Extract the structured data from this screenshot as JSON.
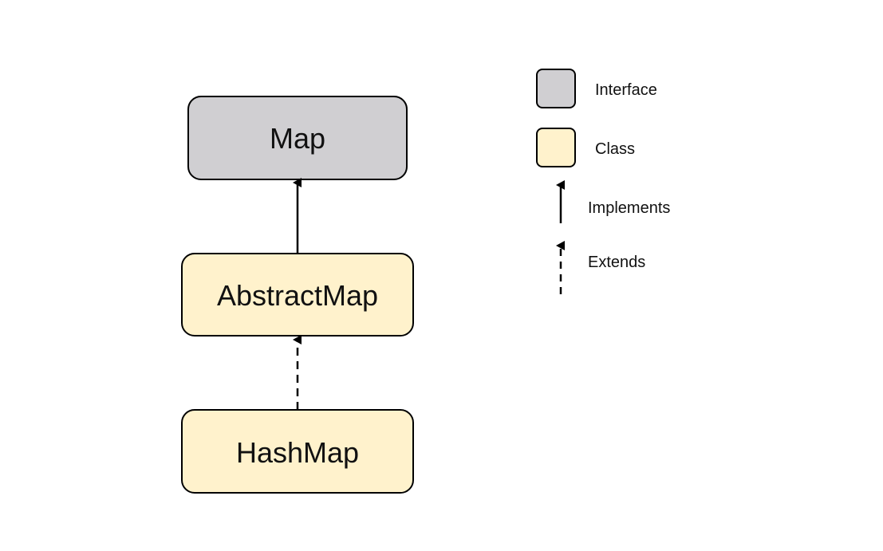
{
  "colors": {
    "interface": "#d0cfd2",
    "class": "#fff2cc",
    "stroke": "#000000"
  },
  "nodes": {
    "map": {
      "label": "Map",
      "kind": "interface"
    },
    "abstract_map": {
      "label": "AbstractMap",
      "kind": "class"
    },
    "hash_map": {
      "label": "HashMap",
      "kind": "class"
    }
  },
  "edges": [
    {
      "from": "AbstractMap",
      "to": "Map",
      "relation": "implements"
    },
    {
      "from": "HashMap",
      "to": "AbstractMap",
      "relation": "extends"
    }
  ],
  "legend": {
    "interface": "Interface",
    "class": "Class",
    "implements": "Implements",
    "extends": "Extends"
  }
}
